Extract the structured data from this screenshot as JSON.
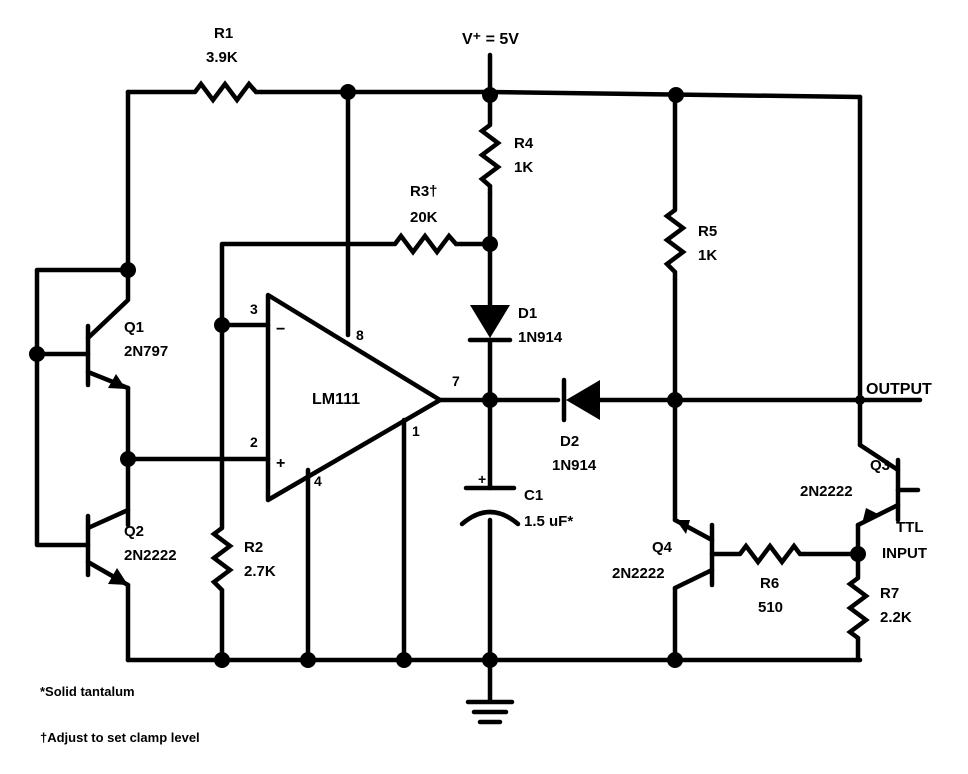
{
  "supply": "V⁺ = 5V",
  "components": {
    "r1": {
      "ref": "R1",
      "value": "3.9K"
    },
    "r2": {
      "ref": "R2",
      "value": "2.7K"
    },
    "r3": {
      "ref": "R3†",
      "value": "20K"
    },
    "r4": {
      "ref": "R4",
      "value": "1K"
    },
    "r5": {
      "ref": "R5",
      "value": "1K"
    },
    "r6": {
      "ref": "R6",
      "value": "510"
    },
    "r7": {
      "ref": "R7",
      "value": "2.2K"
    },
    "c1": {
      "ref": "C1",
      "value": "1.5 uF*",
      "polarity": "+"
    },
    "d1": {
      "ref": "D1",
      "value": "1N914"
    },
    "d2": {
      "ref": "D2",
      "value": "1N914"
    },
    "q1": {
      "ref": "Q1",
      "value": "2N797"
    },
    "q2": {
      "ref": "Q2",
      "value": "2N2222"
    },
    "q3": {
      "ref": "Q3",
      "value": "2N2222"
    },
    "q4": {
      "ref": "Q4",
      "value": "2N2222"
    },
    "u1": {
      "ref": "LM111",
      "pin_minus": "3",
      "pin_plus": "2",
      "pin_out": "7",
      "pin_v": "8",
      "pin_gnd": "4",
      "pin_1": "1",
      "minus_sign": "−",
      "plus_sign": "+"
    }
  },
  "labels": {
    "output": "OUTPUT",
    "ttl_input_1": "TTL",
    "ttl_input_2": "INPUT"
  },
  "notes": [
    "*Solid tantalum",
    "†Adjust to set clamp level"
  ]
}
